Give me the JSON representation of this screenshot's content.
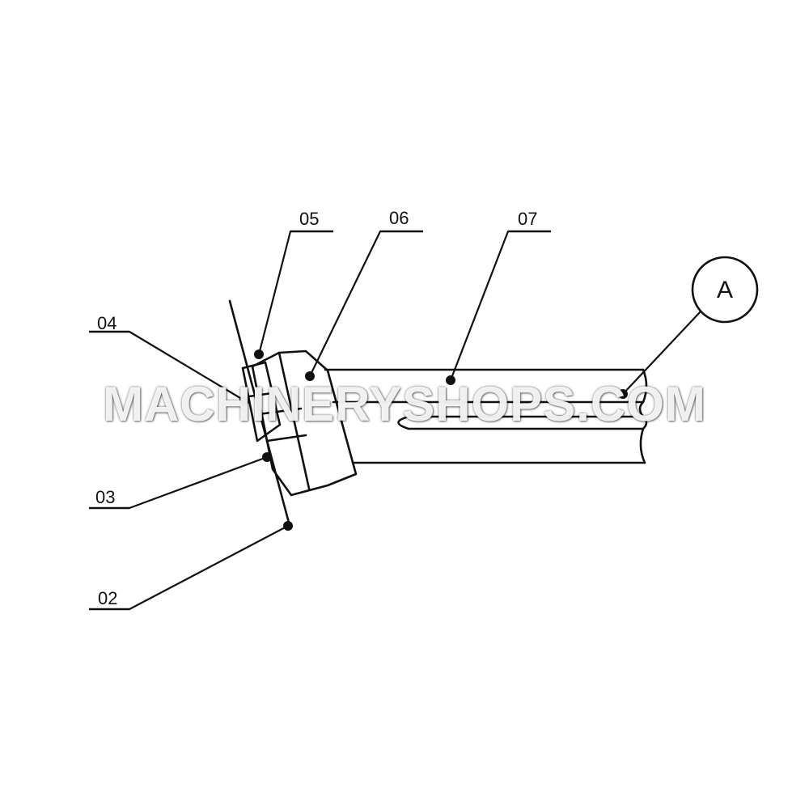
{
  "callouts": {
    "c02": "02",
    "c03": "03",
    "c04": "04",
    "c05": "05",
    "c06": "06",
    "c07": "07"
  },
  "detail_marker": "A",
  "watermark": "MACHINERYSHOPS.COM",
  "colors": {
    "ink": "#111111",
    "background": "#ffffff"
  }
}
